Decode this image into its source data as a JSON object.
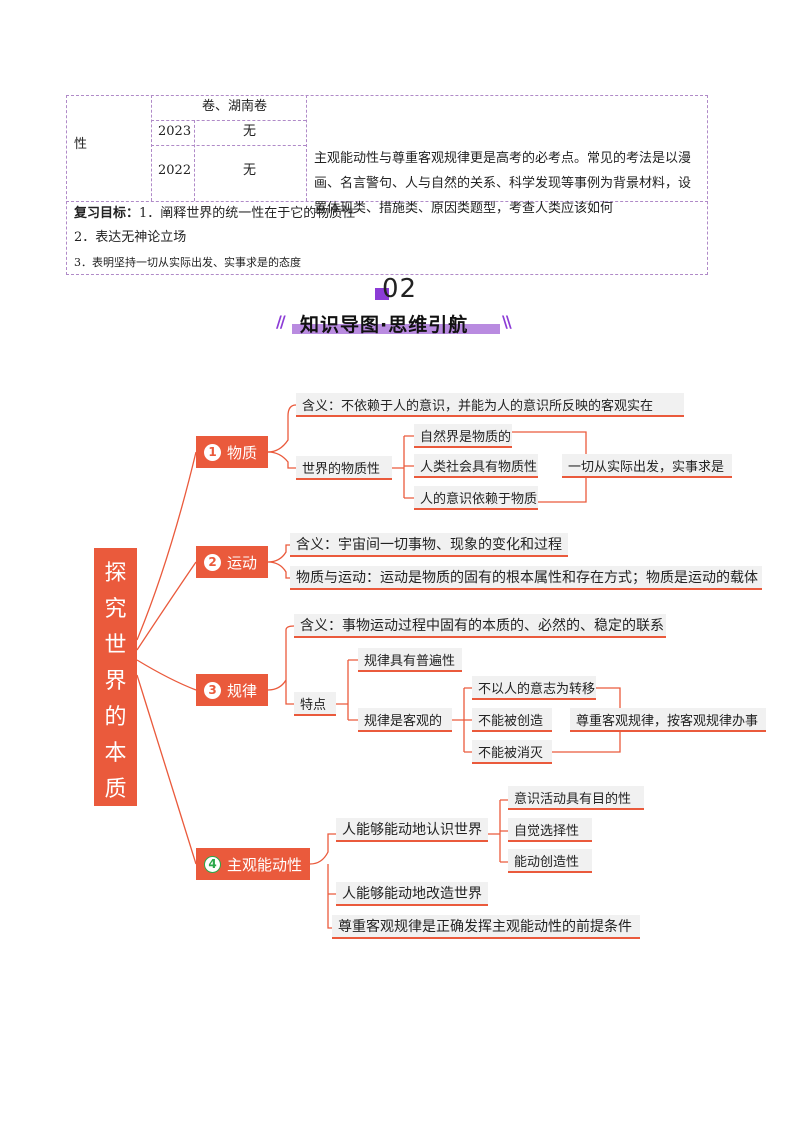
{
  "table": {
    "row_label": "性",
    "cont_text": "卷、湖南卷",
    "rows": [
      {
        "year": "2023",
        "value": "无"
      },
      {
        "year": "2022",
        "value": "无"
      }
    ],
    "note": "主观能动性与尊重客观规律更是高考的必考点。常见的考法是以漫画、名言警句、人与自然的关系、科学发现等事例为背景材料，设置体现类、措施类、原因类题型，考查人类应该如何",
    "goals_label": "复习目标：",
    "goals": [
      "1．阐释世界的统一性在于它的物质性",
      "2．表达无神论立场",
      "3．表明坚持一切从实际出发、实事求是的态度"
    ]
  },
  "section": {
    "number": "02",
    "title": "知识导图·思维引航"
  },
  "mindmap": {
    "root": [
      "探",
      "究",
      "世",
      "界",
      "的",
      "本",
      "质"
    ],
    "branch1": {
      "num": "1",
      "label": "物质",
      "meaning": "含义：不依赖于人的意识，并能为人的意识所反映的客观实在",
      "sub": "世界的物质性",
      "items": [
        "自然界是物质的",
        "人类社会具有物质性",
        "人的意识依赖于物质"
      ],
      "conclusion": "一切从实际出发，实事求是"
    },
    "branch2": {
      "num": "2",
      "label": "运动",
      "meaning": "含义：宇宙间一切事物、现象的变化和过程",
      "relation": "物质与运动：运动是物质的固有的根本属性和存在方式；物质是运动的载体"
    },
    "branch3": {
      "num": "3",
      "label": "规律",
      "meaning": "含义：事物运动过程中固有的本质的、必然的、稳定的联系",
      "sub": "特点",
      "item1": "规律具有普遍性",
      "item2": "规律是客观的",
      "objective_items": [
        "不以人的意志为转移",
        "不能被创造",
        "不能被消灭"
      ],
      "conclusion": "尊重客观规律，按客观规律办事"
    },
    "branch4": {
      "num": "4",
      "label": "主观能动性",
      "sub1": "人能够能动地认识世界",
      "sub1_items": [
        "意识活动具有目的性",
        "自觉选择性",
        "能动创造性"
      ],
      "sub2": "人能够能动地改造世界",
      "sub3": "尊重客观规律是正确发挥主观能动性的前提条件"
    }
  },
  "colors": {
    "accent": "#ea5a3c",
    "purple": "#8c3cd6",
    "node_bg": "#f1f1f1"
  }
}
